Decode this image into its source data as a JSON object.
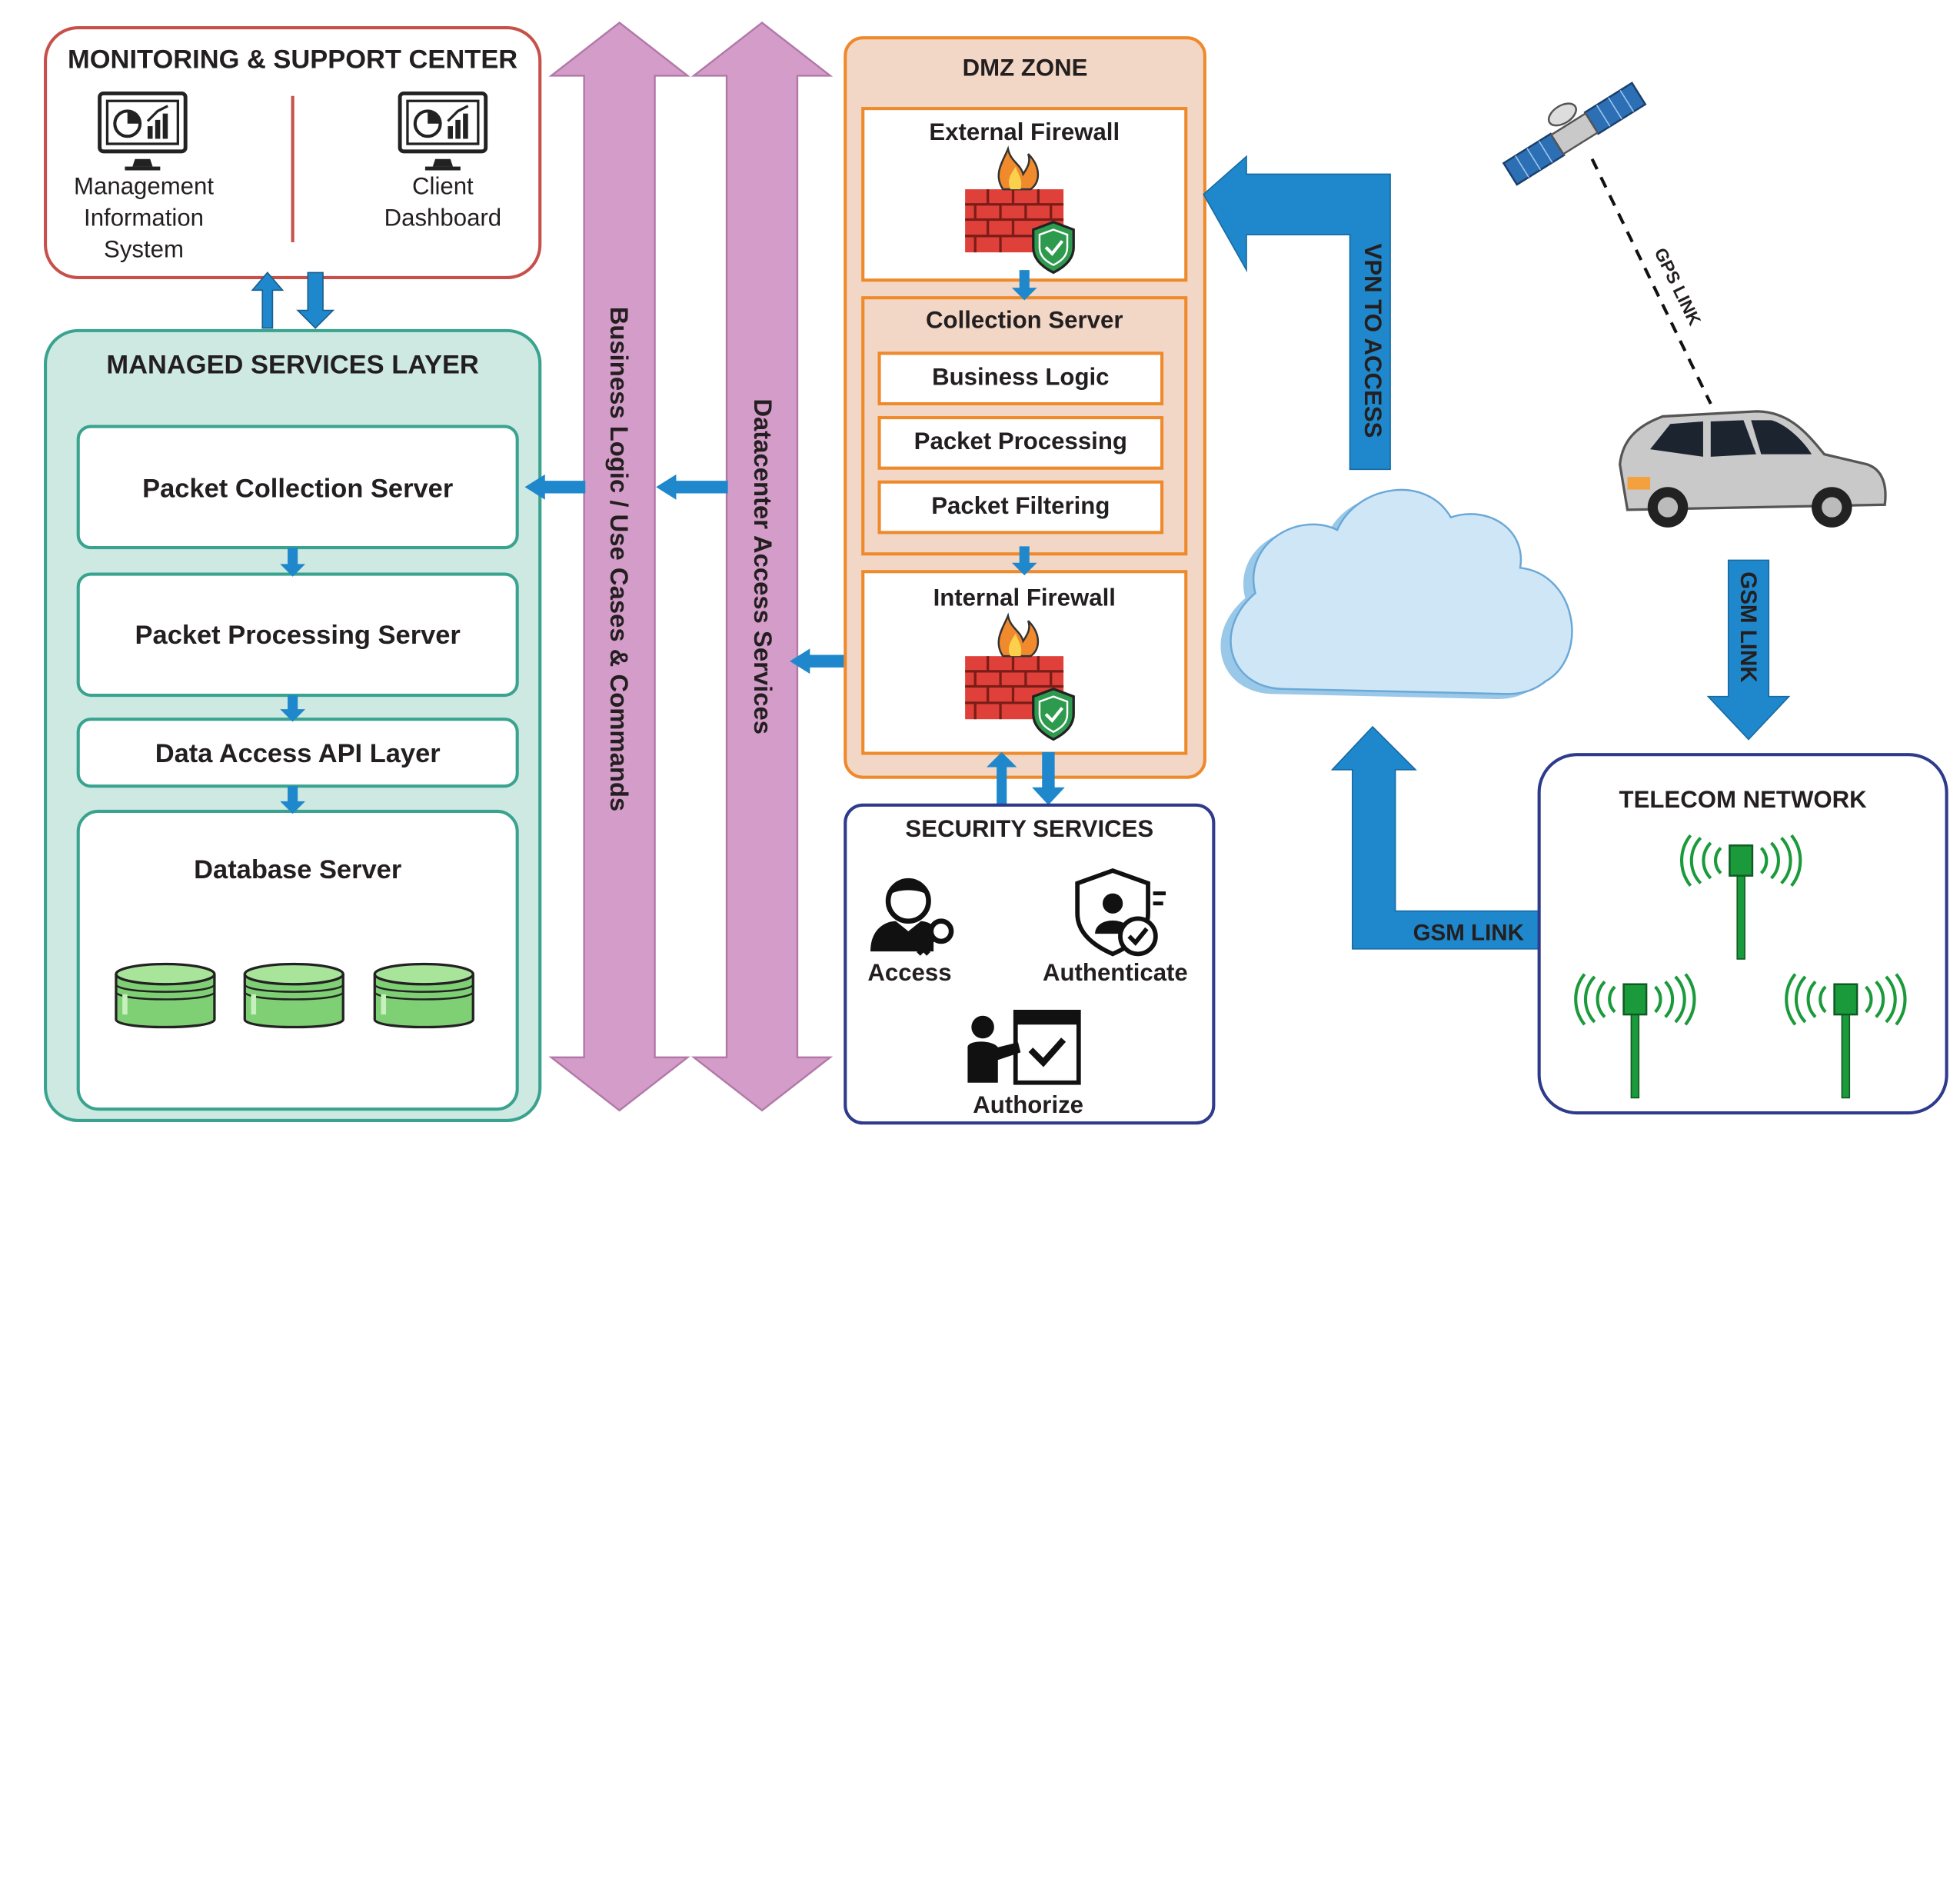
{
  "monitoring": {
    "title": "MONITORING & SUPPORT CENTER",
    "mis_label": "Management\nInformation\nSystem",
    "dashboard_label": "Client\nDashboard"
  },
  "managed": {
    "title": "MANAGED SERVICES LAYER",
    "packet_collection": "Packet Collection Server",
    "packet_processing": "Packet Processing Server",
    "data_access": "Data Access API Layer",
    "database": "Database Server"
  },
  "bus": {
    "business": "Business Logic / Use Cases & Commands",
    "datacenter": "Datacenter Access Services"
  },
  "dmz": {
    "title": "DMZ ZONE",
    "external_fw": "External Firewall",
    "collection": "Collection Server",
    "business_logic": "Business Logic",
    "packet_processing": "Packet Processing",
    "packet_filtering": "Packet Filtering",
    "internal_fw": "Internal Firewall"
  },
  "security": {
    "title": "SECURITY SERVICES",
    "access": "Access",
    "authenticate": "Authenticate",
    "authorize": "Authorize"
  },
  "links": {
    "vpn": "VPN TO ACCESS",
    "gps": "GPS LINK",
    "gsm_vertical": "GSM LINK",
    "gsm_horizontal": "GSM LINK"
  },
  "telecom": {
    "title": "TELECOM NETWORK"
  },
  "colors": {
    "monitoring_border": "#c8504a",
    "managed_border": "#3aa38f",
    "managed_fill": "#cde9e1",
    "bus_fill": "#d49dc9",
    "dmz_border": "#ef8a2c",
    "dmz_fill": "#f2d7c6",
    "security_border": "#2e3b8c",
    "arrow_blue": "#1f88cc",
    "cloud_fill": "#cfe6f7",
    "server_green": "#7fd074",
    "tower_green": "#1b9a3b"
  },
  "icons": [
    "computer-monitor-chart-icon",
    "firewall-icon",
    "shield-check-icon",
    "database-icon",
    "user-key-icon",
    "badge-check-icon",
    "authorize-screen-icon",
    "satellite-icon",
    "car-icon",
    "cloud-icon",
    "cell-tower-icon"
  ]
}
